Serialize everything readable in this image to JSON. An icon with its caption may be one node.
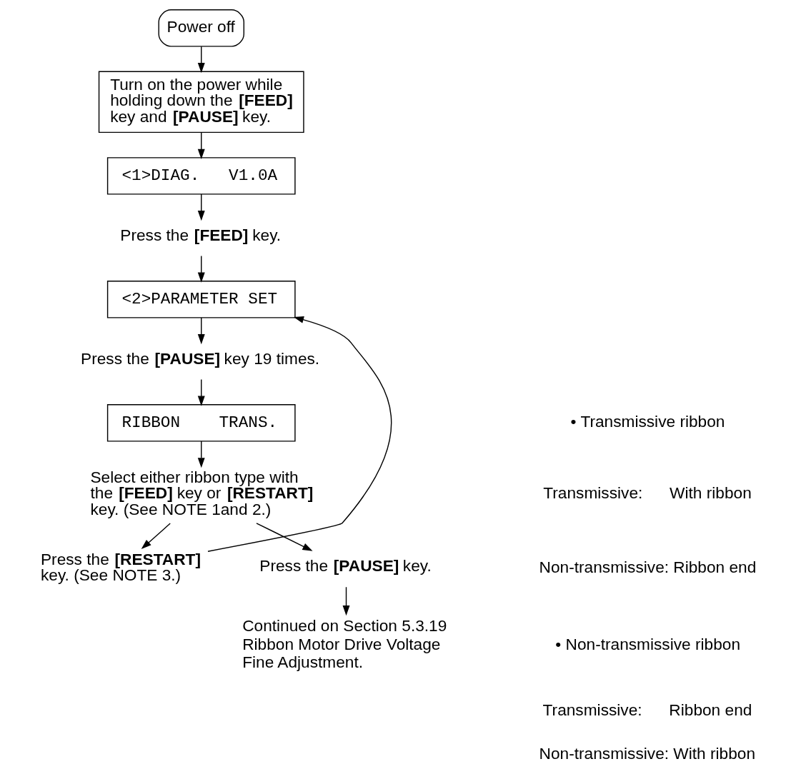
{
  "diagram": {
    "nodes": [
      {
        "text": [
          "Power off"
        ]
      },
      {
        "text": [
          "Turn on the power while holding down the **[FEED]** key and **[PAUSE]** key."
        ]
      },
      {
        "text": [
          "<1>DIAG.   V1.0A"
        ]
      },
      {
        "text": [
          "Press the **[FEED]** key."
        ]
      },
      {
        "text": [
          "<2>PARAMETER SET"
        ]
      },
      {
        "text": [
          "Press the **[PAUSE]** key 19 times."
        ]
      },
      {
        "text": [
          "RIBBON    TRANS."
        ]
      },
      {
        "text": [
          "Select either ribbon type with the **[FEED]** key or **[RESTART]** key. (See NOTE 1and 2.)"
        ]
      },
      {
        "text": [
          "Press the **[RESTART]** key. (See NOTE 3.)"
        ]
      },
      {
        "text": [
          "Press the **[PAUSE]** key."
        ]
      },
      {
        "text": [
          "Continued on Section 5.3.19 Ribbon Motor Drive Voltage Fine Adjustment."
        ]
      }
    ],
    "edges": [
      {
        "from": 0,
        "to": 1,
        "arrow": "to"
      },
      {
        "from": 1,
        "to": 2,
        "arrow": "to"
      },
      {
        "from": 2,
        "to": 3,
        "arrow": "to"
      },
      {
        "from": 3,
        "to": 4,
        "arrow": "to"
      },
      {
        "from": 4,
        "to": 5,
        "arrow": "to"
      },
      {
        "from": 5,
        "to": 6,
        "arrow": "to"
      },
      {
        "from": 6,
        "to": 7,
        "arrow": "to"
      },
      {
        "from": 7,
        "to": 8,
        "arrow": "to"
      },
      {
        "from": 7,
        "to": 9,
        "arrow": "to"
      },
      {
        "from": 9,
        "to": 10,
        "arrow": "to"
      },
      {
        "from": 8,
        "to": 4,
        "arrow": "to"
      }
    ],
    "labels": [
      "• Transmissive ribbon",
      "Transmissive:      With ribbon",
      "Non-transmissive: Ribbon end",
      "• Non-transmissive ribbon",
      "Transmissive:      Ribbon end",
      "Non-transmissive: With ribbon"
    ]
  }
}
